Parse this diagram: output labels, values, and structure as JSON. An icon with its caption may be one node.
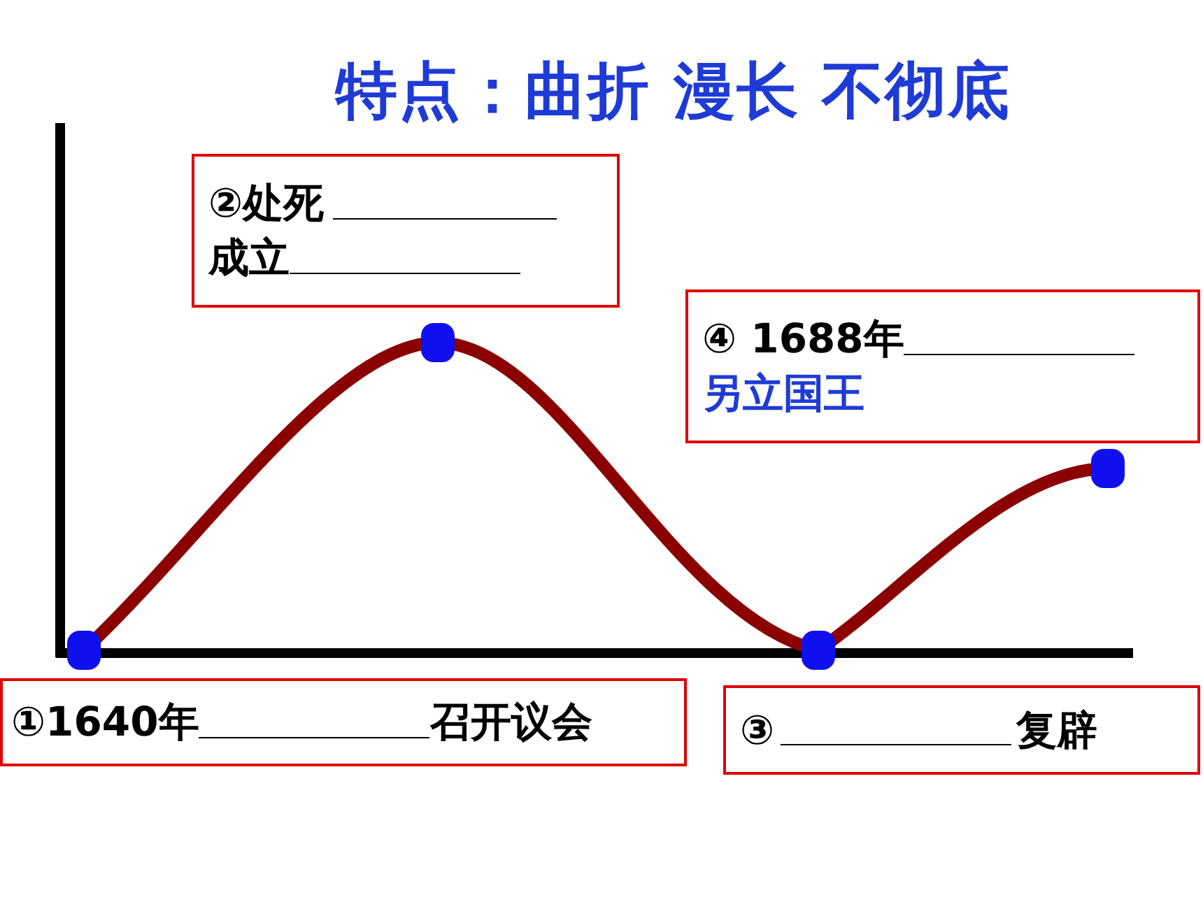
{
  "diagram": {
    "title": "特点：曲折 漫长 不彻底",
    "nodes": [
      {
        "text": [
          "②处死",
          "成立"
        ]
      },
      {
        "text": [
          "④ 1688年",
          "另立国王"
        ]
      },
      {
        "text": [
          "①1640年",
          "召开议会"
        ]
      },
      {
        "text": [
          "③",
          "复辟"
        ]
      }
    ]
  }
}
